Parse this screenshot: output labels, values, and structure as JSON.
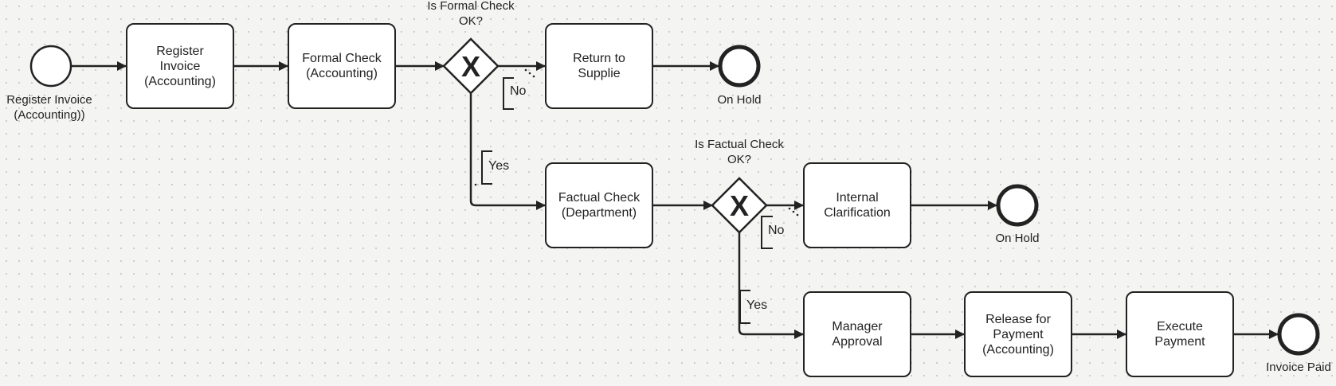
{
  "events": {
    "start": {
      "label": "Register Invoice\n(Accounting))"
    },
    "on_hold_1": {
      "label": "On Hold"
    },
    "on_hold_2": {
      "label": "On Hold"
    },
    "invoice_paid": {
      "label": "Invoice Paid"
    }
  },
  "tasks": {
    "register_invoice": "Register\nInvoice\n(Accounting)",
    "formal_check": "Formal Check\n(Accounting)",
    "return_to_supplier": "Return to\nSupplie",
    "factual_check": "Factual Check\n(Department)",
    "internal_clarification": "Internal\nClarification",
    "manager_approval": "Manager\nApproval",
    "release_for_payment": "Release for\nPayment\n(Accounting)",
    "execute_payment": "Execute\nPayment"
  },
  "gateways": {
    "formal": {
      "question": "Is Formal Check\nOK?",
      "symbol": "X",
      "no_label": "No",
      "yes_label": "Yes"
    },
    "factual": {
      "question": "Is Factual Check\nOK?",
      "symbol": "X",
      "no_label": "No",
      "yes_label": "Yes"
    }
  },
  "colors": {
    "stroke": "#222222",
    "fill": "#ffffff",
    "background": "#f4f4f3"
  }
}
